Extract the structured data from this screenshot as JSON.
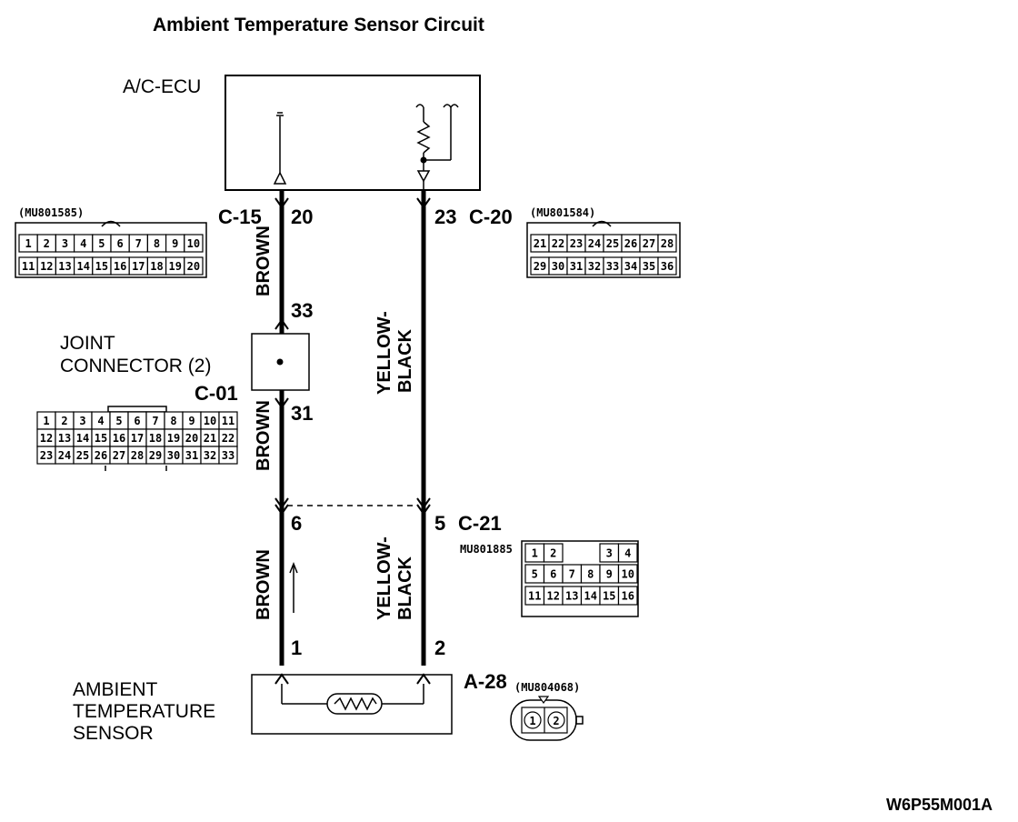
{
  "title": "Ambient Temperature Sensor Circuit",
  "figure_code": "W6P55M001A",
  "ecu": {
    "label": "A/C-ECU"
  },
  "ecu_connectors": {
    "left": {
      "id": "C-15",
      "pin": "20",
      "part": "(MU801585)",
      "pins_row1": [
        "1",
        "2",
        "3",
        "4",
        "5",
        "6",
        "7",
        "8",
        "9",
        "10"
      ],
      "pins_row2": [
        "11",
        "12",
        "13",
        "14",
        "15",
        "16",
        "17",
        "18",
        "19",
        "20"
      ]
    },
    "right": {
      "id": "C-20",
      "pin": "23",
      "part": "(MU801584)",
      "pins_row1": [
        "21",
        "22",
        "23",
        "24",
        "25",
        "26",
        "27",
        "28"
      ],
      "pins_row2": [
        "29",
        "30",
        "31",
        "32",
        "33",
        "34",
        "35",
        "36"
      ]
    }
  },
  "joint": {
    "label_line1": "JOINT",
    "label_line2": "CONNECTOR (2)",
    "id": "C-01",
    "pin_top": "33",
    "pin_bottom": "31",
    "rows": [
      [
        "1",
        "2",
        "3",
        "4",
        "5",
        "6",
        "7",
        "8",
        "9",
        "10",
        "11"
      ],
      [
        "12",
        "13",
        "14",
        "15",
        "16",
        "17",
        "18",
        "19",
        "20",
        "21",
        "22"
      ],
      [
        "23",
        "24",
        "25",
        "26",
        "27",
        "28",
        "29",
        "30",
        "31",
        "32",
        "33"
      ]
    ]
  },
  "harness_connector": {
    "id": "C-21",
    "pin_left": "6",
    "pin_right": "5",
    "part": "MU801885",
    "row1": [
      "1",
      "2",
      "",
      "",
      "3",
      "4"
    ],
    "row2": [
      "5",
      "6",
      "7",
      "8",
      "9",
      "10"
    ],
    "row3": [
      "11",
      "12",
      "13",
      "14",
      "15",
      "16"
    ]
  },
  "sensor": {
    "label_line1": "AMBIENT",
    "label_line2": "TEMPERATURE",
    "label_line3": "SENSOR",
    "id": "A-28",
    "part": "(MU804068)",
    "pin_left": "1",
    "pin_right": "2",
    "connector_pins": [
      "1",
      "2"
    ]
  },
  "wires": {
    "left_upper": "BROWN",
    "left_middle": "BROWN",
    "left_lower": "BROWN",
    "right_upper_line1": "YELLOW-",
    "right_upper_line2": "BLACK",
    "right_lower_line1": "YELLOW-",
    "right_lower_line2": "BLACK"
  }
}
